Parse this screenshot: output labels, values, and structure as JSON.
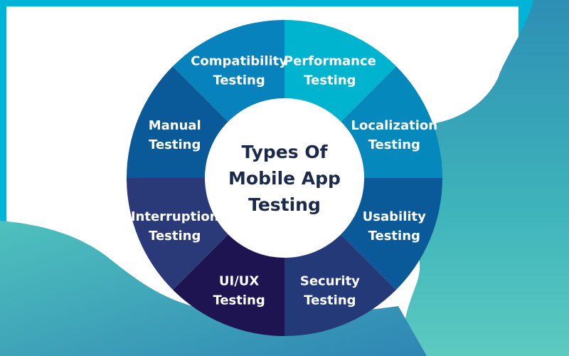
{
  "diagram": {
    "center_title": [
      "Types Of",
      "Mobile App",
      "Testing"
    ],
    "segments": [
      {
        "lines": [
          "Performance",
          "Testing"
        ],
        "color": "#00b4d0"
      },
      {
        "lines": [
          "Localization",
          "Testing"
        ],
        "color": "#0588bc"
      },
      {
        "lines": [
          "Usability",
          "Testing"
        ],
        "color": "#0a5a99"
      },
      {
        "lines": [
          "Security",
          "Testing"
        ],
        "color": "#243a78"
      },
      {
        "lines": [
          "UI/UX",
          "Testing"
        ],
        "color": "#1e1452"
      },
      {
        "lines": [
          "Interruption",
          "Testing"
        ],
        "color": "#2a3a78"
      },
      {
        "lines": [
          "Manual",
          "Testing"
        ],
        "color": "#0a5a99"
      },
      {
        "lines": [
          "Compatibility",
          "Testing"
        ],
        "color": "#0882bc"
      }
    ],
    "colors": {
      "frame": "#00b4d8",
      "teal_wave": "#4fbeb8",
      "deep_wave": "#1f7fb0",
      "center_circle": "#ffffff",
      "text_light": "#ffffff",
      "text_dark": "#1b2a4a"
    }
  }
}
